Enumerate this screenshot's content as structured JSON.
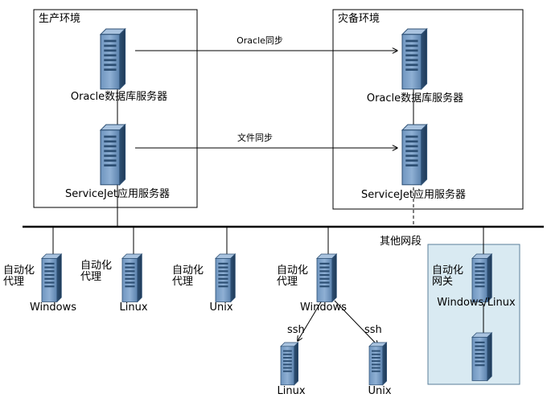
{
  "production": {
    "title": "生产环境",
    "oracle_server": "Oracle数据库服务器",
    "app_server": "ServiceJet应用服务器"
  },
  "disaster_recovery": {
    "title": "灾备环境",
    "oracle_server": "Oracle数据库服务器",
    "app_server": "ServiceJet应用服务器"
  },
  "sync": {
    "oracle": "Oracle同步",
    "file": "文件同步"
  },
  "other_segment": "其他网段",
  "agents": [
    {
      "role": "自动化\n代理",
      "os": "Windows"
    },
    {
      "role": "自动化\n代理",
      "os": "Linux"
    },
    {
      "role": "自动化\n代理",
      "os": "Unix"
    },
    {
      "role": "自动化\n代理",
      "os": "Windows"
    }
  ],
  "ssh": {
    "left": "ssh",
    "right": "ssh",
    "left_target": "Linux",
    "right_target": "Unix"
  },
  "gateway": {
    "role": "自动化\n网关",
    "os": "Windows/Linux"
  },
  "colors": {
    "server_dark": "#2d4f73",
    "server_light": "#6f95bf",
    "gateway_bg": "#d9eaf2",
    "line": "#000000"
  }
}
